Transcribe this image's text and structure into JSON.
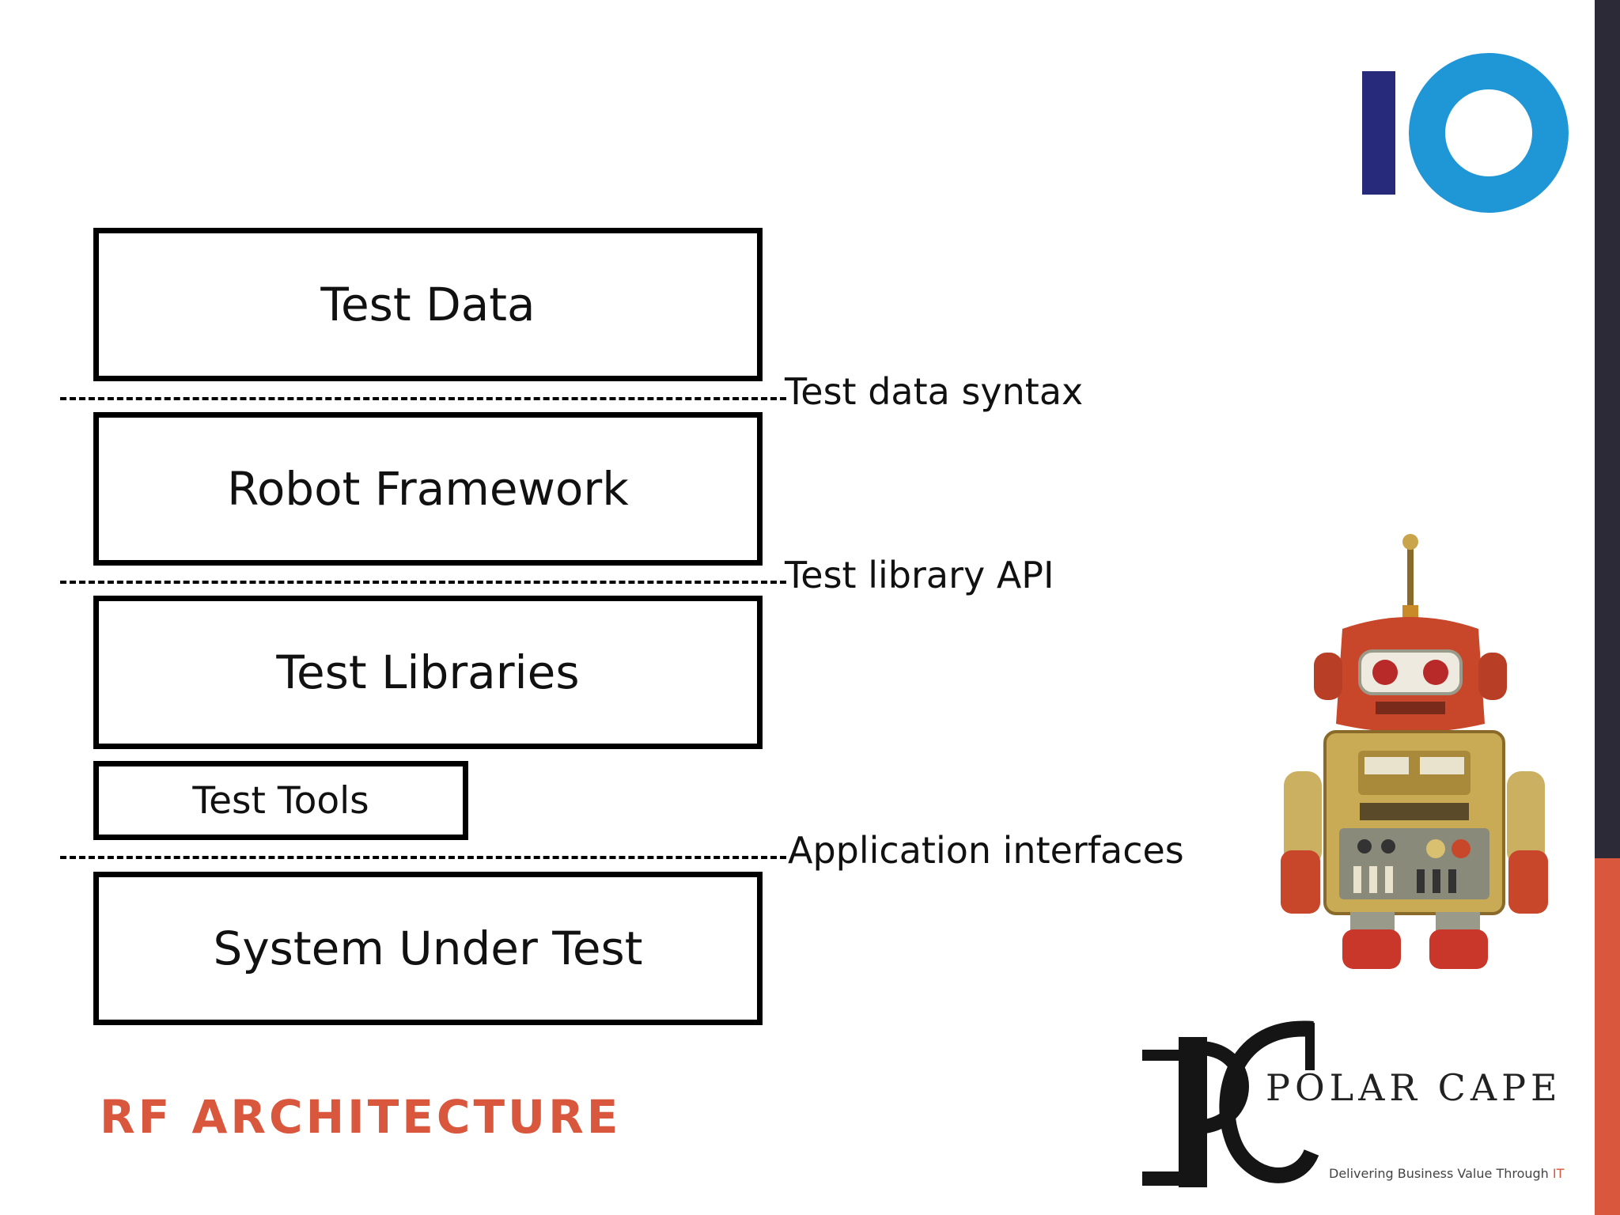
{
  "diagram": {
    "layers": [
      {
        "id": "test-data",
        "label": "Test Data"
      },
      {
        "id": "robot-framework",
        "label": "Robot Framework"
      },
      {
        "id": "test-libraries",
        "label": "Test Libraries"
      },
      {
        "id": "test-tools",
        "label": "Test Tools"
      },
      {
        "id": "system-under-test",
        "label": "System Under Test"
      }
    ],
    "interfaces": [
      {
        "id": "test-data-syntax",
        "label": "Test data syntax"
      },
      {
        "id": "test-library-api",
        "label": "Test library API"
      },
      {
        "id": "application-interfaces",
        "label": "Application interfaces"
      }
    ]
  },
  "slide": {
    "title": "RF ARCHITECTURE"
  },
  "branding": {
    "logo_name": "POLAR CAPE",
    "logo_tagline": "Delivering Business Value Through",
    "logo_tagline_suffix": "IT",
    "accent_color": "#d9573d",
    "sidebar_color": "#2c2a37",
    "logo_blue": "#1f96d6",
    "logo_navy": "#27297a"
  }
}
